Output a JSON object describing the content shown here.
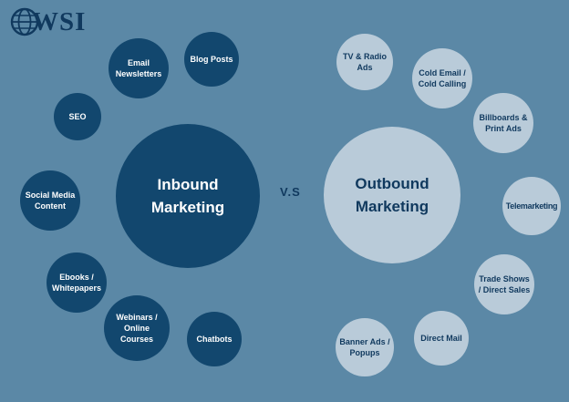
{
  "logo": {
    "text": "WSI"
  },
  "vs_label": "V.S",
  "colors": {
    "background": "#5b88a6",
    "dark": "#12476e",
    "light": "#b9cbd9",
    "navy": "#10395e",
    "white": "#ffffff"
  },
  "inbound": {
    "title": "Inbound Marketing",
    "items": [
      {
        "label": "Email Newsletters"
      },
      {
        "label": "Blog Posts"
      },
      {
        "label": "SEO"
      },
      {
        "label": "Social Media Content"
      },
      {
        "label": "Ebooks / Whitepapers"
      },
      {
        "label": "Webinars / Online Courses"
      },
      {
        "label": "Chatbots"
      }
    ]
  },
  "outbound": {
    "title": "Outbound Marketing",
    "items": [
      {
        "label": "TV & Radio Ads"
      },
      {
        "label": "Cold Email / Cold Calling"
      },
      {
        "label": "Billboards & Print Ads"
      },
      {
        "label": "Telemarketing"
      },
      {
        "label": "Trade Shows / Direct Sales"
      },
      {
        "label": "Direct Mail"
      },
      {
        "label": "Banner Ads / Popups"
      }
    ]
  }
}
